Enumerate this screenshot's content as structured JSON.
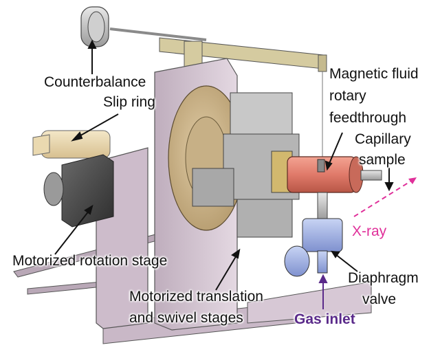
{
  "labels": {
    "counterbalance": "Counterbalance",
    "slip_ring": "Slip ring",
    "magnetic_line1": "Magnetic fluid",
    "magnetic_line2": "rotary",
    "magnetic_line3": "feedthrough",
    "capillary_line1": "Capillary",
    "capillary_line2": "sample",
    "xray": "X-ray",
    "rotation_stage": "Motorized rotation stage",
    "translation_line1": "Motorized translation",
    "translation_line2": "and swivel stages",
    "diaphragm_line1": "Diaphragm",
    "diaphragm_line2": "valve",
    "gas_inlet": "Gas inlet"
  },
  "colors": {
    "xray_label": "#e0309a",
    "gas_inlet_label": "#5a2a8a",
    "frame": "#d6c6d4",
    "turntable": "#cbb48e",
    "heater": "#e07a6a",
    "slip_ring": "#ead9b0",
    "motor": "#4a4a4a",
    "valve": "#a9b9e8"
  }
}
